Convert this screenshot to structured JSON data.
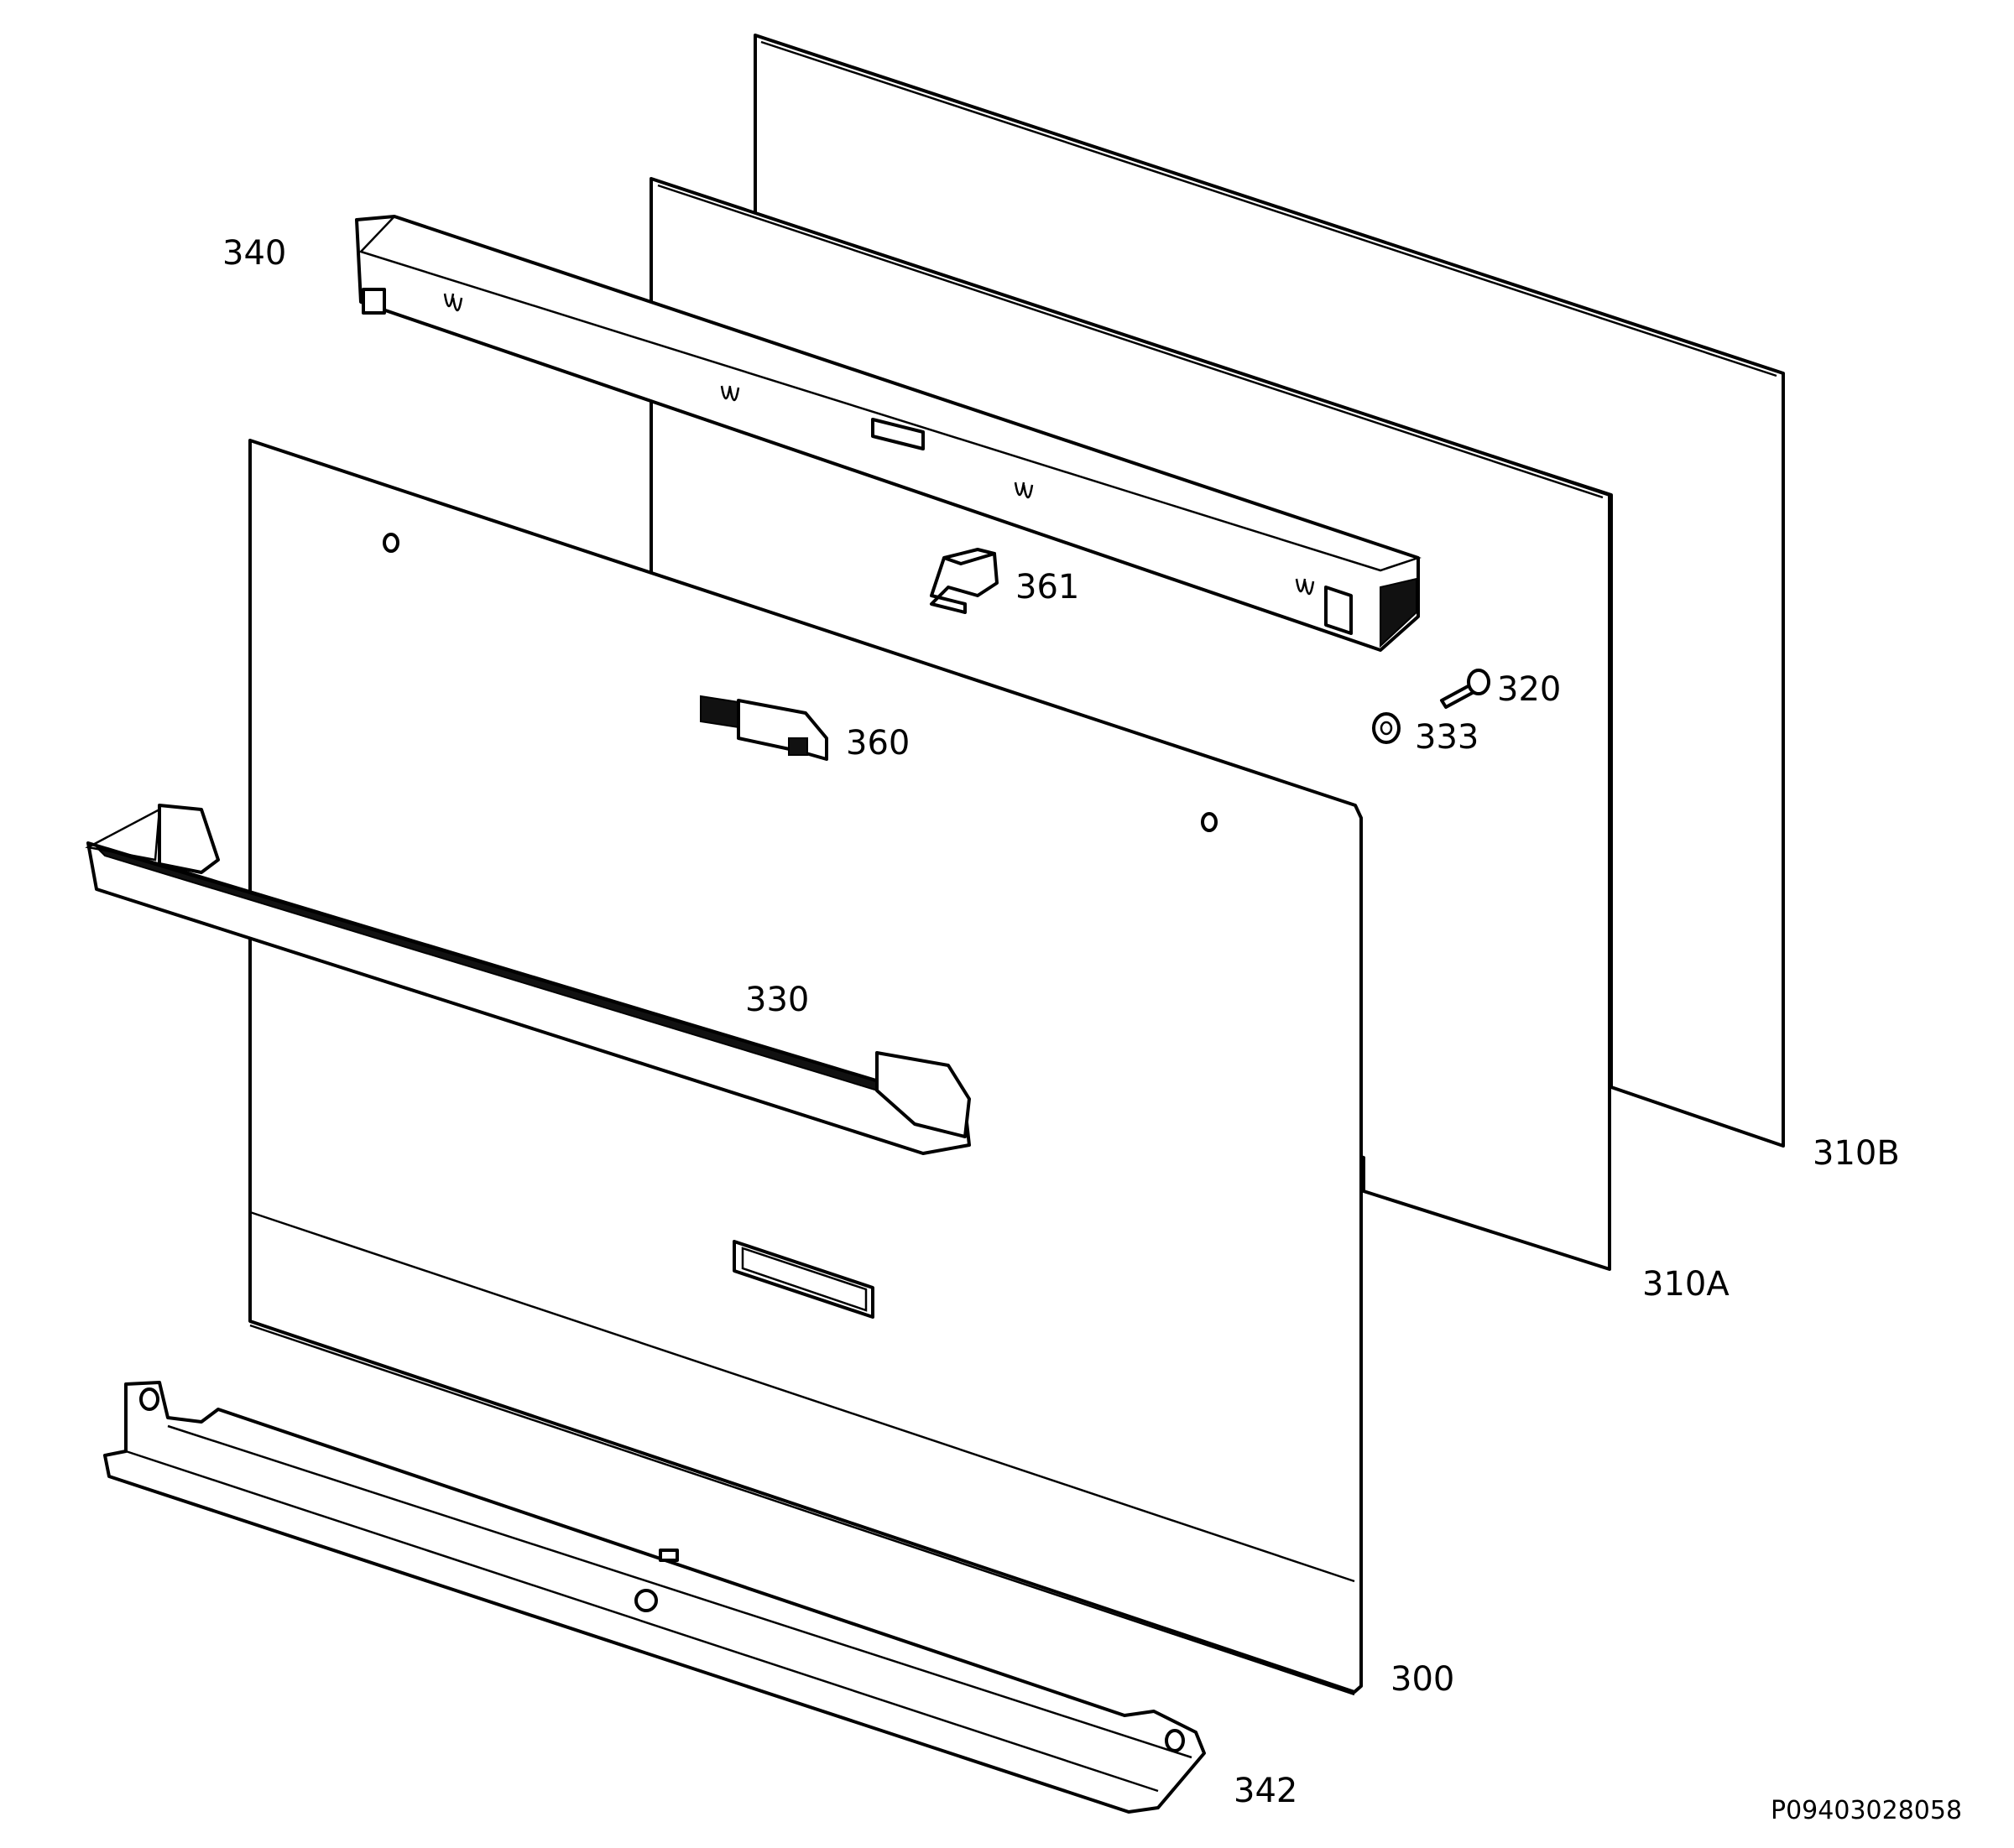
{
  "parts": [
    {
      "id": "p340",
      "label": "340"
    },
    {
      "id": "p361",
      "label": "361"
    },
    {
      "id": "p320",
      "label": "320"
    },
    {
      "id": "p333",
      "label": "333"
    },
    {
      "id": "p360",
      "label": "360"
    },
    {
      "id": "p330",
      "label": "330"
    },
    {
      "id": "p310B",
      "label": "310B"
    },
    {
      "id": "p310A",
      "label": "310A"
    },
    {
      "id": "p300",
      "label": "300"
    },
    {
      "id": "p342",
      "label": "342"
    }
  ],
  "drawing_code": "P09403028058"
}
